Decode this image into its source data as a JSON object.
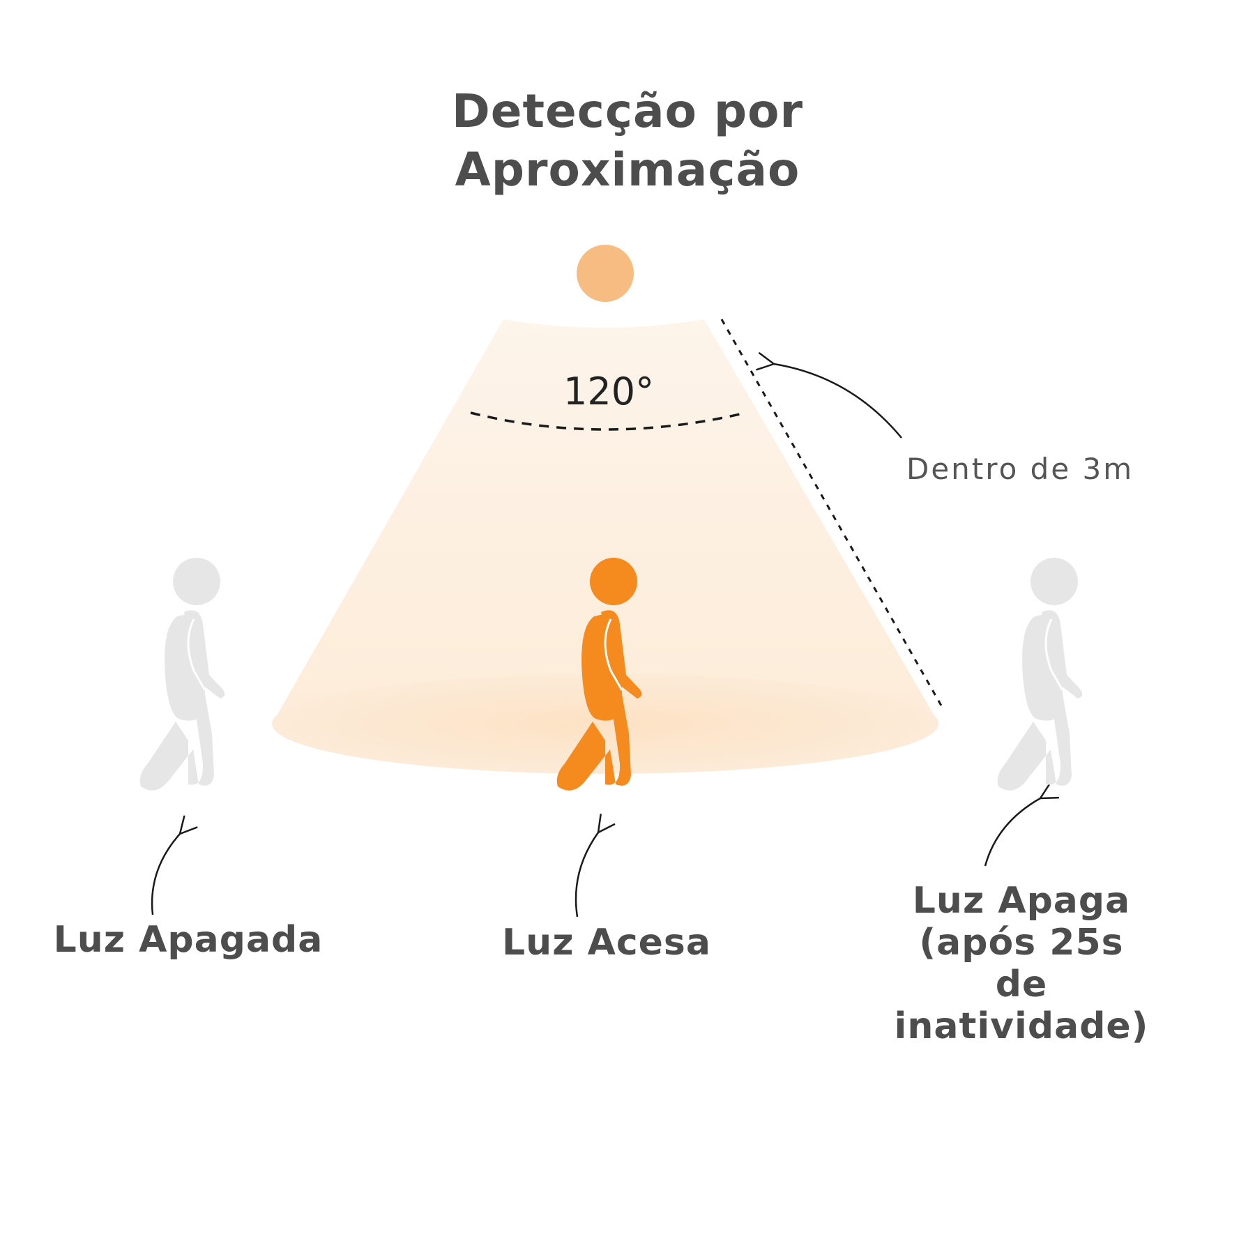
{
  "title": {
    "line1": "Detecção por",
    "line2": "Aproximação"
  },
  "angle_label": "120°",
  "distance_label": "Dentro de 3m",
  "states": {
    "off": {
      "label": "Luz Apagada"
    },
    "on": {
      "label": "Luz Acesa"
    },
    "turns_off": {
      "line1": "Luz Apaga",
      "line2": "(após 25s",
      "line3": "de",
      "line4": "inatividade)"
    }
  },
  "colors": {
    "sensor_light": "#f7bc82",
    "active_person": "#f58a1f",
    "inactive_person": "#e6e6e6",
    "cone_fill": "#fef3e7",
    "text": "#4d4d4d"
  },
  "icons": [
    "sensor-lamp-icon",
    "walking-person-icon",
    "curved-arrow-icon"
  ]
}
